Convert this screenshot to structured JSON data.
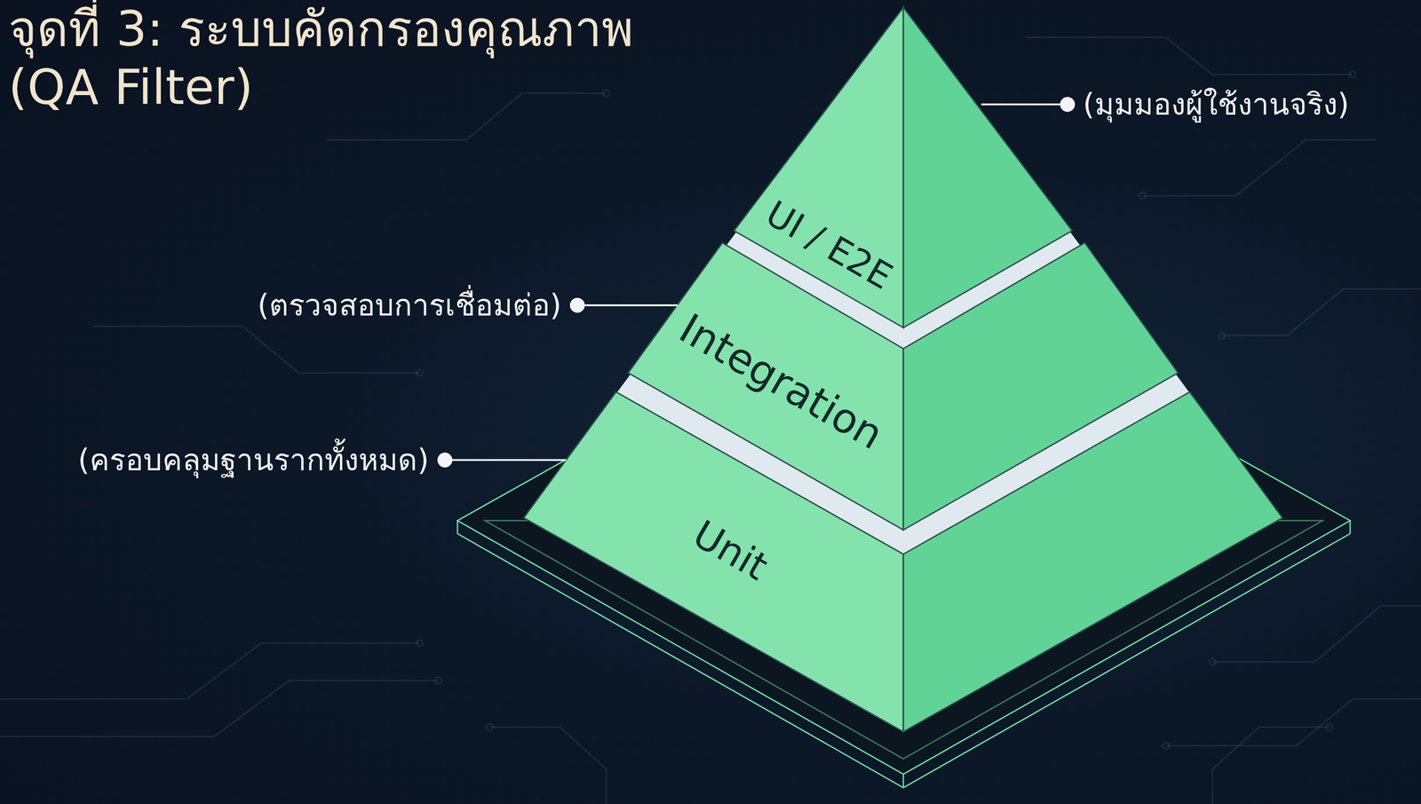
{
  "diagram": {
    "title": "จุดที่ 3: ระบบคัดกรองคุณภาพ (QA Filter)",
    "nodes": [
      {
        "text": [
          "UI / E2E"
        ]
      },
      {
        "text": [
          "Integration"
        ]
      },
      {
        "text": [
          "Unit"
        ]
      }
    ],
    "labels": [
      "(มุมมองผู้ใช้งานจริง)",
      "(ตรวจสอบการเชื่อมต่อ)",
      "(ครอบคลุมฐานรากทั้งหมด)"
    ]
  }
}
